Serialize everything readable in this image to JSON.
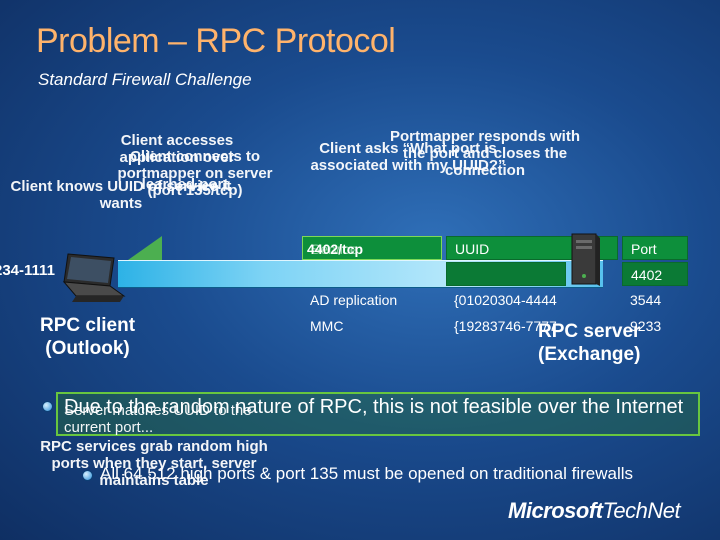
{
  "slide": {
    "title": "Problem – RPC Protocol",
    "subtitle": "Standard Firewall Challenge"
  },
  "notes": {
    "client_accesses": "Client accesses application over",
    "client_knows": "Client knows UUID of service it wants",
    "client_connects": "Client connects to portmapper on server (port 135/tcp)",
    "client_asks": "Client asks “What port is associated with my UUID?”",
    "portmapper_responds": "Portmapper responds with the port and closes the connection",
    "learned_port": "learned port"
  },
  "table": {
    "headers": [
      "Service",
      "UUID",
      "Port"
    ],
    "portmapper_overlay": "4402/tcp",
    "rows": [
      {
        "service": "",
        "uuid": "",
        "port": "4402"
      },
      {
        "service": "AD replication",
        "uuid": "{01020304-4444",
        "port": "3544"
      },
      {
        "service": "MMC",
        "uuid": "{19283746-7777",
        "port": "9233"
      }
    ]
  },
  "labels": {
    "client_ip": "234-1111",
    "rpc_client": "RPC client",
    "outlook": "(Outlook)",
    "rpc_server": "RPC server",
    "exchange": "(Exchange)"
  },
  "bullets": {
    "b1": "Due to the random nature of RPC, this is not feasible over the Internet",
    "overlay1": "Server matches UUID to the current port...",
    "overlay2": "RPC services grab random high ports when they start, server maintains table",
    "b2": "All 64,512 high ports & port 135 must be opened on traditional firewalls"
  },
  "logo": {
    "brand": "Microsoft",
    "product": "TechNet"
  }
}
